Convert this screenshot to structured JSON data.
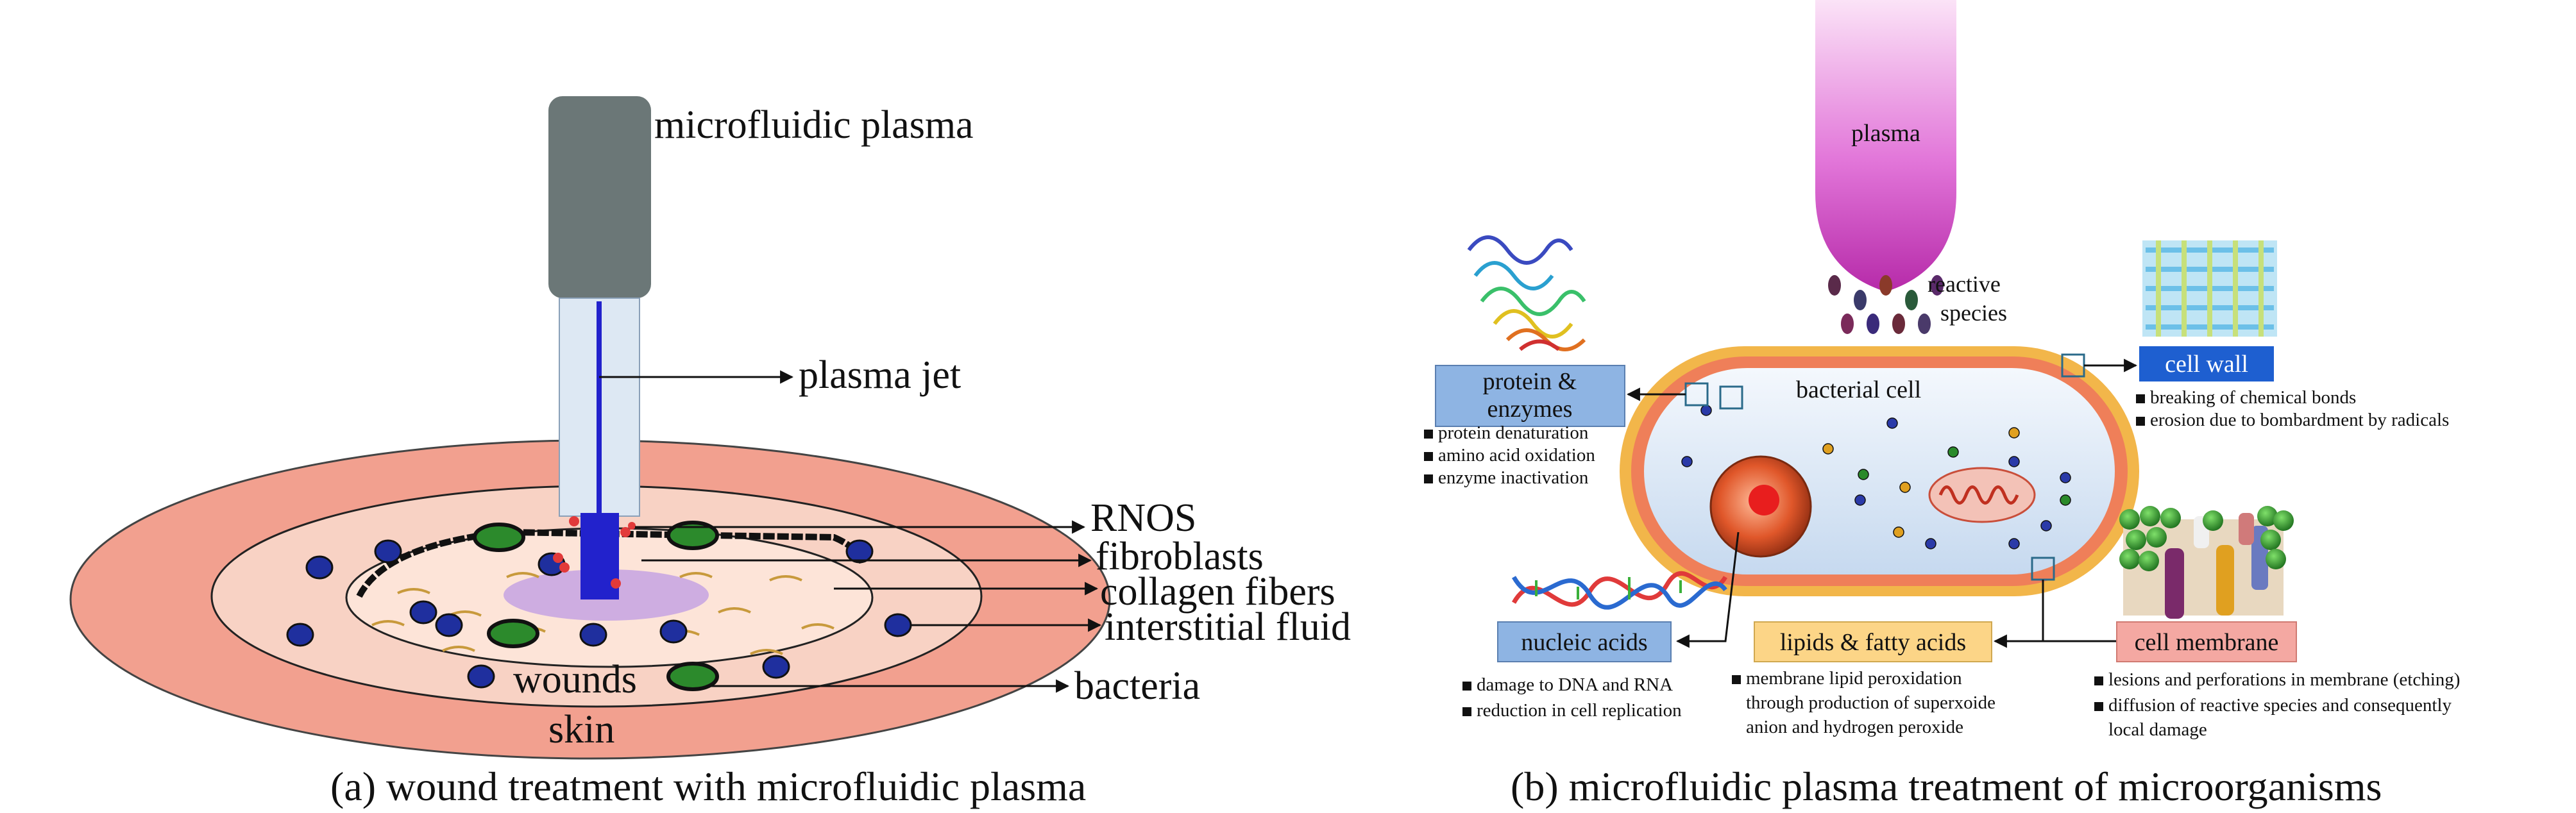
{
  "panel_a": {
    "caption": "(a) wound treatment with microfluidic plasma",
    "labels": {
      "device": "microfluidic plasma",
      "jet": "plasma jet",
      "rnos": "RNOS",
      "fibroblasts": "fibroblasts",
      "collagen": "collagen fibers",
      "fluid": "interstitial fluid",
      "bacteria": "bacteria",
      "wounds": "wounds",
      "skin": "skin"
    }
  },
  "panel_b": {
    "caption": "(b) microfluidic plasma treatment of microorganisms",
    "plasma": "plasma",
    "reactive_line1": "reactive",
    "reactive_line2": "species",
    "cell": "bacterial cell",
    "protein": {
      "title_line1": "protein &",
      "title_line2": "enzymes",
      "bullets": [
        "protein denaturation",
        "amino acid oxidation",
        "enzyme inactivation"
      ]
    },
    "wall": {
      "title": "cell wall",
      "bullets": [
        "breaking of chemical bonds",
        "erosion due to bombardment by radicals"
      ]
    },
    "nucleic": {
      "title": "nucleic acids",
      "bullets": [
        "damage to DNA and RNA",
        "reduction in cell replication"
      ]
    },
    "lipids": {
      "title": "lipids & fatty acids",
      "bullets": [
        "membrane lipid peroxidation",
        "through production of superxoide",
        "anion and hydrogen peroxide"
      ]
    },
    "membrane": {
      "title": "cell membrane",
      "bullets": [
        "lesions and perforations in membrane (etching)",
        "diffusion of reactive species and consequently",
        "local damage"
      ]
    }
  },
  "colors": {
    "skin": "#f2a08f",
    "wound_ring": "#f8d2c4",
    "device": "#6b7777",
    "jet_tube": "#dde8f3",
    "jet_core": "#2222cc",
    "plasma": "#d050c8",
    "cell_outer": "#f2b64a",
    "cell_inner": "#dde8f6",
    "box_blue": "#8eb4e3",
    "box_yellow": "#fcd587",
    "box_pink": "#f4a8a2"
  }
}
